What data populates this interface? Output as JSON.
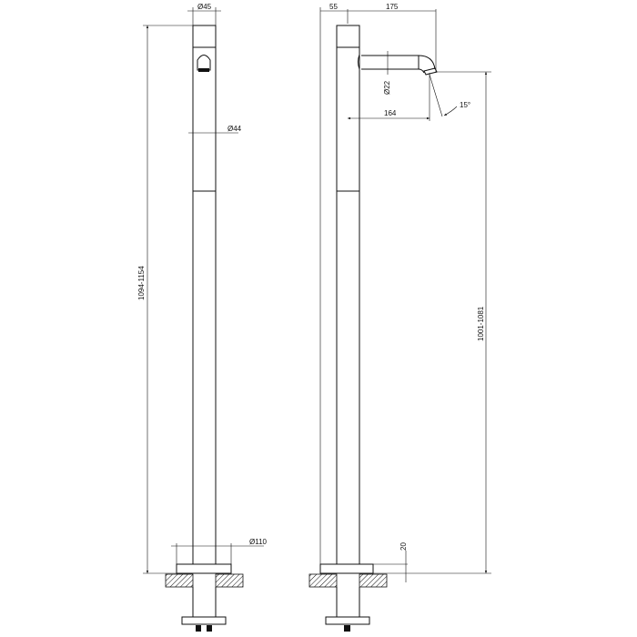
{
  "front_view": {
    "dim_cap_diameter": "Ø45",
    "dim_column_diameter": "Ø44",
    "dim_base_diameter": "Ø110",
    "dim_total_height": "1094-1154"
  },
  "side_view": {
    "dim_offset": "55",
    "dim_spout_reach": "175",
    "dim_spout_diameter": "Ø22",
    "dim_spout_inner_reach": "164",
    "dim_angle": "15°",
    "dim_spout_height": "1001-1081",
    "dim_base_thickness": "20"
  }
}
